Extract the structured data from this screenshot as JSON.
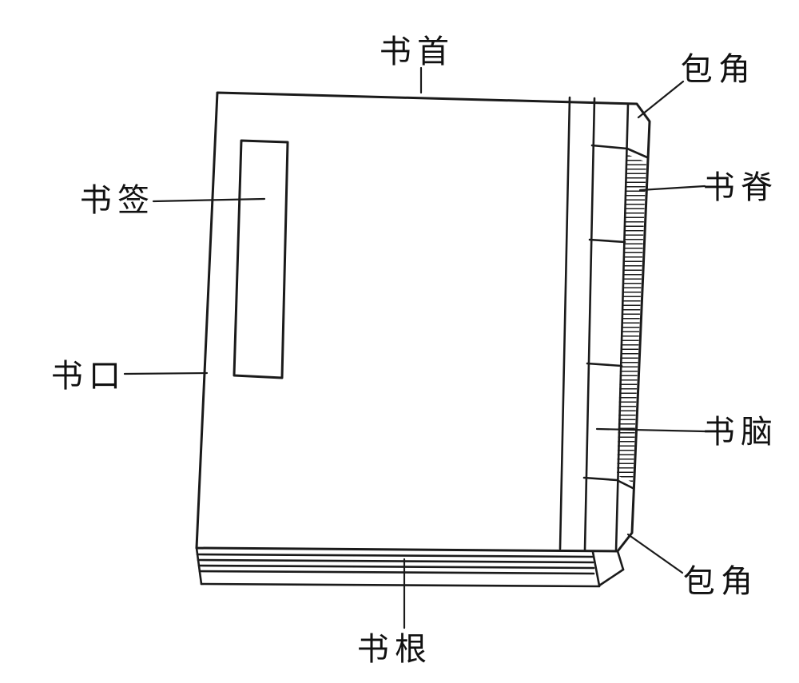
{
  "diagram": {
    "colors": {
      "line": "#1a1a1a",
      "background": "#ffffff",
      "text": "#111111"
    },
    "labels": {
      "book_head": "书首",
      "wrapped_corner_top": "包角",
      "book_spine": "书脊",
      "bookmark_slip": "书签",
      "fore_edge": "书口",
      "binding_margin": "书脑",
      "wrapped_corner_bottom": "包角",
      "book_root": "书根"
    }
  }
}
